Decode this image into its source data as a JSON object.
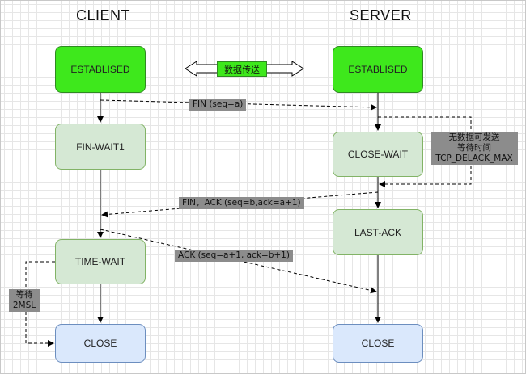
{
  "titles": {
    "client": "CLIENT",
    "server": "SERVER"
  },
  "client_states": {
    "established": "ESTABLISED",
    "fin_wait1": "FIN-WAIT1",
    "time_wait": "TIME-WAIT",
    "close": "CLOSE"
  },
  "server_states": {
    "established": "ESTABLISED",
    "close_wait": "CLOSE-WAIT",
    "last_ack": "LAST-ACK",
    "close": "CLOSE"
  },
  "data_transfer": "数据传送",
  "messages": {
    "fin": "FIN (seq=a)",
    "fin_ack": "FIN，ACK (seq=b,ack=a+1)",
    "ack": "ACK (seq=a+1, ack=b+1)"
  },
  "notes": {
    "delay": [
      "无数据可发送",
      "等待时间",
      "TCP_DELACK_MAX"
    ],
    "wait": [
      "等待",
      "2MSL"
    ]
  },
  "colors": {
    "established": "#3ee81c",
    "intermediate": "#d5e8d4",
    "closed": "#dae8fc",
    "label_bg": "#8c8c8c"
  }
}
